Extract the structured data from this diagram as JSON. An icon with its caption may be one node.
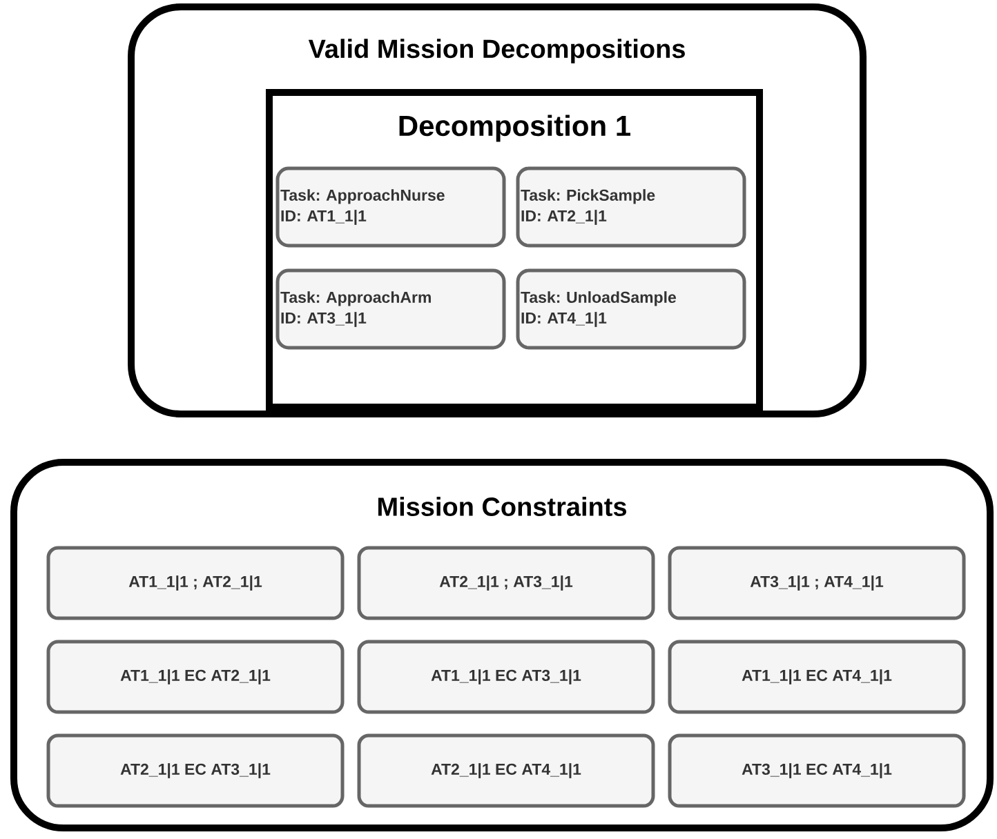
{
  "diagram": {
    "nodes": [
      {
        "text": [
          "Valid Mission Decompositions"
        ]
      },
      {
        "text": [
          "Decomposition 1"
        ],
        "in": 0
      },
      {
        "text": [
          "Task: ApproachNurse",
          "ID: AT1_1|1"
        ],
        "in": 1
      },
      {
        "text": [
          "Task: PickSample",
          "ID: AT2_1|1"
        ],
        "in": 1
      },
      {
        "text": [
          "Task: ApproachArm",
          "ID: AT3_1|1"
        ],
        "in": 1
      },
      {
        "text": [
          "Task: UnloadSample",
          "ID: AT4_1|1"
        ],
        "in": 1
      },
      {
        "text": [
          "Mission Constraints"
        ]
      },
      {
        "text": [
          "AT1_1|1 ; AT2_1|1"
        ],
        "in": 6
      },
      {
        "text": [
          "AT2_1|1 ; AT3_1|1"
        ],
        "in": 6
      },
      {
        "text": [
          "AT3_1|1 ; AT4_1|1"
        ],
        "in": 6
      },
      {
        "text": [
          "AT1_1|1 EC AT2_1|1"
        ],
        "in": 6
      },
      {
        "text": [
          "AT1_1|1 EC AT3_1|1"
        ],
        "in": 6
      },
      {
        "text": [
          "AT1_1|1 EC AT4_1|1"
        ],
        "in": 6
      },
      {
        "text": [
          "AT2_1|1 EC AT3_1|1"
        ],
        "in": 6
      },
      {
        "text": [
          "AT2_1|1 EC AT4_1|1"
        ],
        "in": 6
      },
      {
        "text": [
          "AT3_1|1 EC AT4_1|1"
        ],
        "in": 6
      }
    ]
  }
}
